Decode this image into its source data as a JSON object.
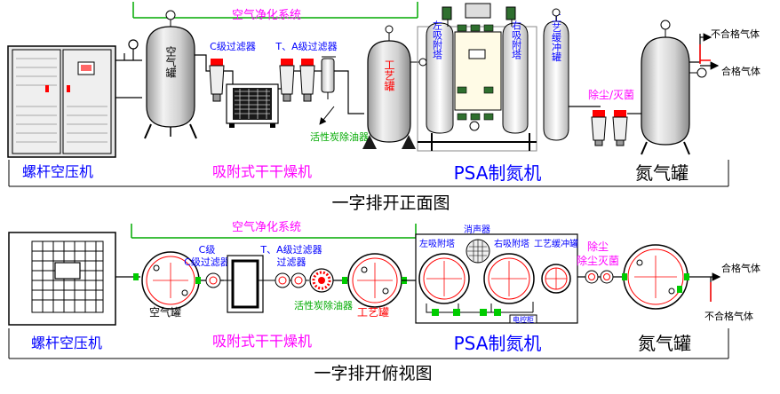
{
  "front": {
    "title": "一字排开正面图",
    "system_label": "空气净化系统",
    "compressor_label": "螺杆空压机",
    "air_tank_text": "空气罐",
    "c_filter_label": "C级过滤器",
    "ta_filter_label": "T、A级过滤器",
    "carbon_label": "活性炭除油器",
    "dryer_label": "吸附式干干燥机",
    "process_tank_text": "工艺罐",
    "left_tower_text": "左吸附塔",
    "right_tower_text": "右吸附塔",
    "buffer_tank_text": "工艺缓冲罐",
    "psa_label": "PSA制氮机",
    "dust_label": "除尘/灭菌",
    "nitrogen_label": "氮气罐",
    "unqualified_gas": "不合格气体",
    "qualified_gas": "合格气体"
  },
  "top": {
    "title": "一字排开俯视图",
    "system_label": "空气净化系统",
    "compressor_label": "螺杆空压机",
    "air_tank_label": "空气罐",
    "c_filter_label": "C级过滤器",
    "ta_filter_label": "T、A级过滤器",
    "carbon_label": "活性炭除油器",
    "dryer_label": "吸附式干干燥机",
    "process_tank_label": "工艺罐",
    "muffler_label": "消声器",
    "left_tower_label": "左吸附塔",
    "right_tower_label": "右吸附塔",
    "buffer_tank_label": "工艺缓冲罐",
    "control_cabinet_label": "电控柜",
    "psa_label": "PSA制氮机",
    "dust_label": "除尘灭菌",
    "nitrogen_label": "氮气罐",
    "qualified_gas": "合格气体",
    "unqualified_gas": "不合格气体"
  },
  "colors": {
    "blue": "#0000ff",
    "magenta": "#ff00ff",
    "green": "#00aa00",
    "red": "#ff0000",
    "tank_fill": "#d9d9d9",
    "dark_fill": "#555555"
  }
}
